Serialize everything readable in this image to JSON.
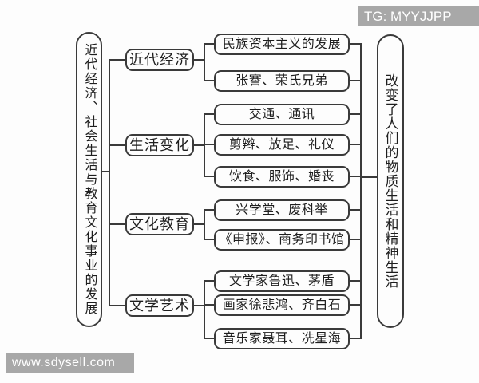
{
  "watermarks": {
    "top_right": "TG: MYYJJPP",
    "bottom_left": "www.sdysell.com"
  },
  "colors": {
    "background": "#fdfdfd",
    "line": "#3a3a3a",
    "bar_background": "#a8a8a8",
    "bar_text": "#ffffff"
  },
  "diagram": {
    "root": {
      "label": "近代经济、社会生活与教育文化事业的发展"
    },
    "conclusion": {
      "label": "改变了人们的物质生活和精神生活"
    },
    "branches": [
      {
        "label": "近代经济",
        "children": [
          "民族资本主义的发展",
          "张謇、荣氏兄弟"
        ]
      },
      {
        "label": "生活变化",
        "children": [
          "交通、通讯",
          "剪辫、放足、礼仪",
          "饮食、服饰、婚丧"
        ]
      },
      {
        "label": "文化教育",
        "children": [
          "兴学堂、废科举",
          "《申报》、商务印书馆"
        ]
      },
      {
        "label": "文学艺术",
        "children": [
          "文学家鲁迅、茅盾",
          "画家徐悲鸿、齐白石",
          "音乐家聂耳、冼星海"
        ]
      }
    ]
  }
}
